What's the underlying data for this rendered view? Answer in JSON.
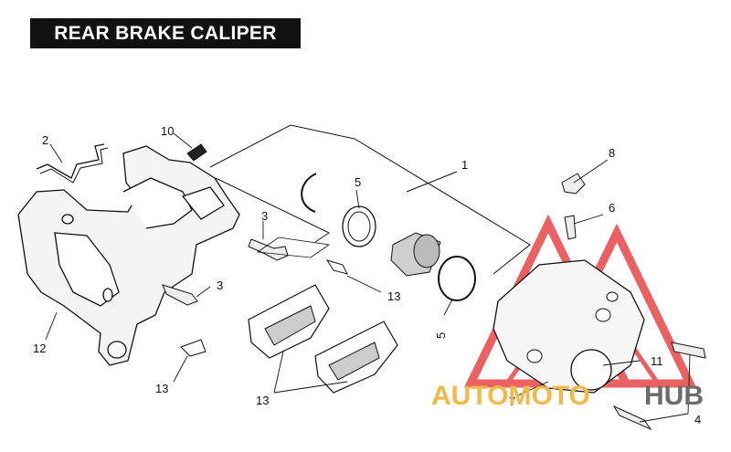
{
  "title": "REAR BRAKE CALIPER",
  "callouts": {
    "c1": "1",
    "c2": "2",
    "c3a": "3",
    "c3b": "3",
    "c4": "4",
    "c5a": "5",
    "c5b": "5",
    "c6": "6",
    "c7": "7",
    "c8": "8",
    "c10": "10",
    "c11": "11",
    "c12": "12",
    "c13a": "13",
    "c13b": "13",
    "c13c": "13"
  },
  "watermark": {
    "part1": "AUTOMOTO",
    "part2": "HUB",
    "color_primary": "#e84545",
    "color_accent": "#f2b94a",
    "color_dark": "#6b6b6b"
  }
}
